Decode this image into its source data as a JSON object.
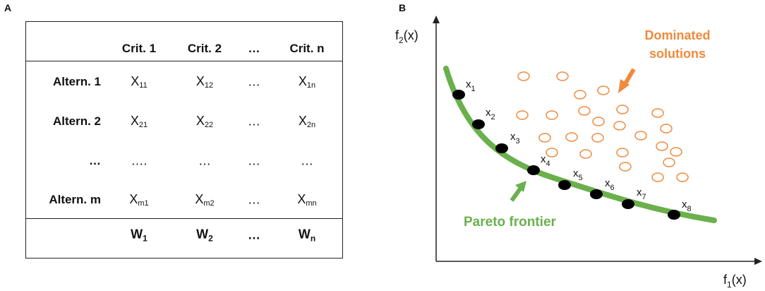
{
  "panel_a": {
    "letter": "A",
    "header": [
      "Crit. 1",
      "Crit. 2",
      "…",
      "Crit. n"
    ],
    "rows": [
      {
        "label": "Altern. 1",
        "cells": [
          [
            "X",
            "11"
          ],
          [
            "X",
            "12"
          ],
          [
            "…",
            ""
          ],
          [
            "X",
            "1n"
          ]
        ]
      },
      {
        "label": "Altern. 2",
        "cells": [
          [
            "X",
            "21"
          ],
          [
            "X",
            "22"
          ],
          [
            "…",
            ""
          ],
          [
            "X",
            "2n"
          ]
        ]
      },
      {
        "label": "…",
        "cells": [
          [
            "….",
            ""
          ],
          [
            "…",
            ""
          ],
          [
            "…",
            ""
          ],
          [
            "…",
            ""
          ]
        ]
      },
      {
        "label": "Altern. m",
        "cells": [
          [
            "X",
            "m1"
          ],
          [
            "X",
            "m2"
          ],
          [
            "…",
            ""
          ],
          [
            "X",
            "mn"
          ]
        ]
      }
    ],
    "weights": [
      [
        "W",
        "1"
      ],
      [
        "W",
        "2"
      ],
      [
        "…",
        ""
      ],
      [
        "W",
        "n"
      ]
    ]
  },
  "panel_b": {
    "letter": "B",
    "y_axis_label": {
      "base": "f",
      "sub": "2",
      "suffix": "(x)"
    },
    "x_axis_label": {
      "base": "f",
      "sub": "1",
      "suffix": "(x)"
    },
    "dominated_label_line1": "Dominated",
    "dominated_label_line2": "solutions",
    "pareto_label": "Pareto frontier",
    "point_labels": [
      [
        "x",
        "1"
      ],
      [
        "x",
        "2"
      ],
      [
        "x",
        "3"
      ],
      [
        "x",
        "4"
      ],
      [
        "x",
        "5"
      ],
      [
        "x",
        "6"
      ],
      [
        "x",
        "7"
      ],
      [
        "x",
        "8"
      ]
    ],
    "colors": {
      "pareto": "#6ab04c",
      "dominated": "#f08a3c",
      "point": "#000000"
    }
  }
}
